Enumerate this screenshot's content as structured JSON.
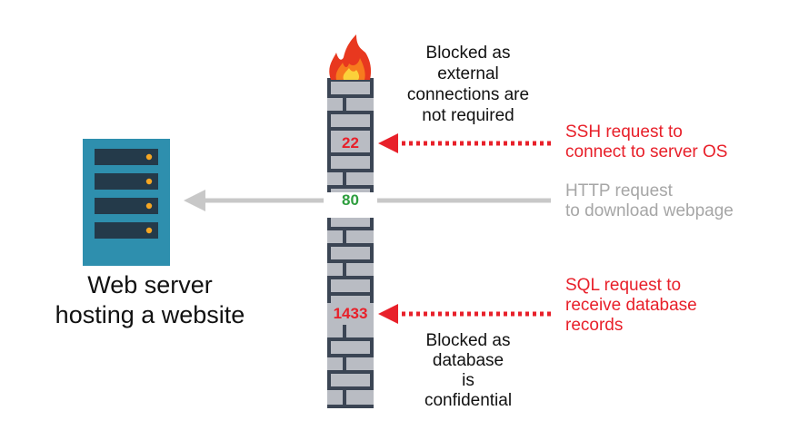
{
  "server": {
    "caption_line1": "Web server",
    "caption_line2": "hosting a website",
    "body_color": "#2e8fae",
    "slot_color": "#243a4a",
    "led_color": "#f5a623"
  },
  "firewall": {
    "icon": "fire-icon",
    "brick_color": "#b9bcc3",
    "mortar_color": "#3b4554"
  },
  "ports": [
    {
      "number": "22",
      "color": "#e8202a",
      "status": "blocked"
    },
    {
      "number": "80",
      "color": "#2e9e3e",
      "status": "allowed"
    },
    {
      "number": "1433",
      "color": "#e8202a",
      "status": "blocked"
    }
  ],
  "notes": {
    "ssh_blocked": [
      "Blocked as",
      "external",
      "connections are",
      "not required"
    ],
    "sql_blocked": [
      "Blocked as",
      "database",
      "is",
      "confidential"
    ]
  },
  "requests": {
    "ssh": [
      "SSH request to",
      "connect to server OS"
    ],
    "http": [
      "HTTP request",
      "to download webpage"
    ],
    "sql": [
      "SQL request to",
      "receive database",
      "records"
    ]
  },
  "colors": {
    "blocked": "#e8202a",
    "allowed_arrow": "#c8c8c8",
    "http_text": "#a6a6a6"
  }
}
